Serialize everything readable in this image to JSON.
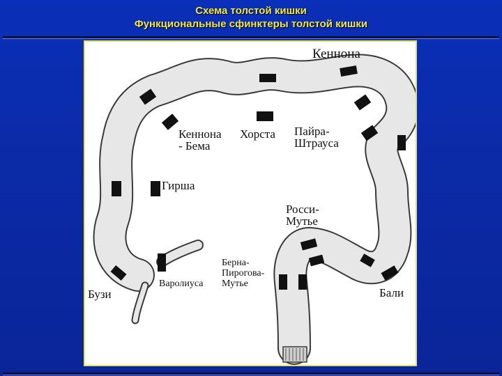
{
  "header": {
    "title_line1": "Схема толстой кишки",
    "title_line2": "Функциональные сфинктеры толстой кишки"
  },
  "diagram": {
    "labels": {
      "cannon": "Кеннона",
      "cannon_boehm": "Кеннона\n- Бема",
      "horst": "Хорста",
      "payr_strauss": "Пайра-\nШтрауса",
      "hirsch": "Гирша",
      "rossi_moutier": "Росси-\nМутье",
      "busi": "Бузи",
      "varolius": "Варолиуса",
      "bern_pirogov_moutier": "Берна-\nПирогова-\nМутье",
      "bali": "Бали"
    },
    "colors": {
      "header_text": "#f0e84a",
      "background": "#0b2aa6",
      "colon_fill": "#e7e7e7",
      "outline": "#3a3a3a",
      "sphincter": "#111111"
    }
  }
}
